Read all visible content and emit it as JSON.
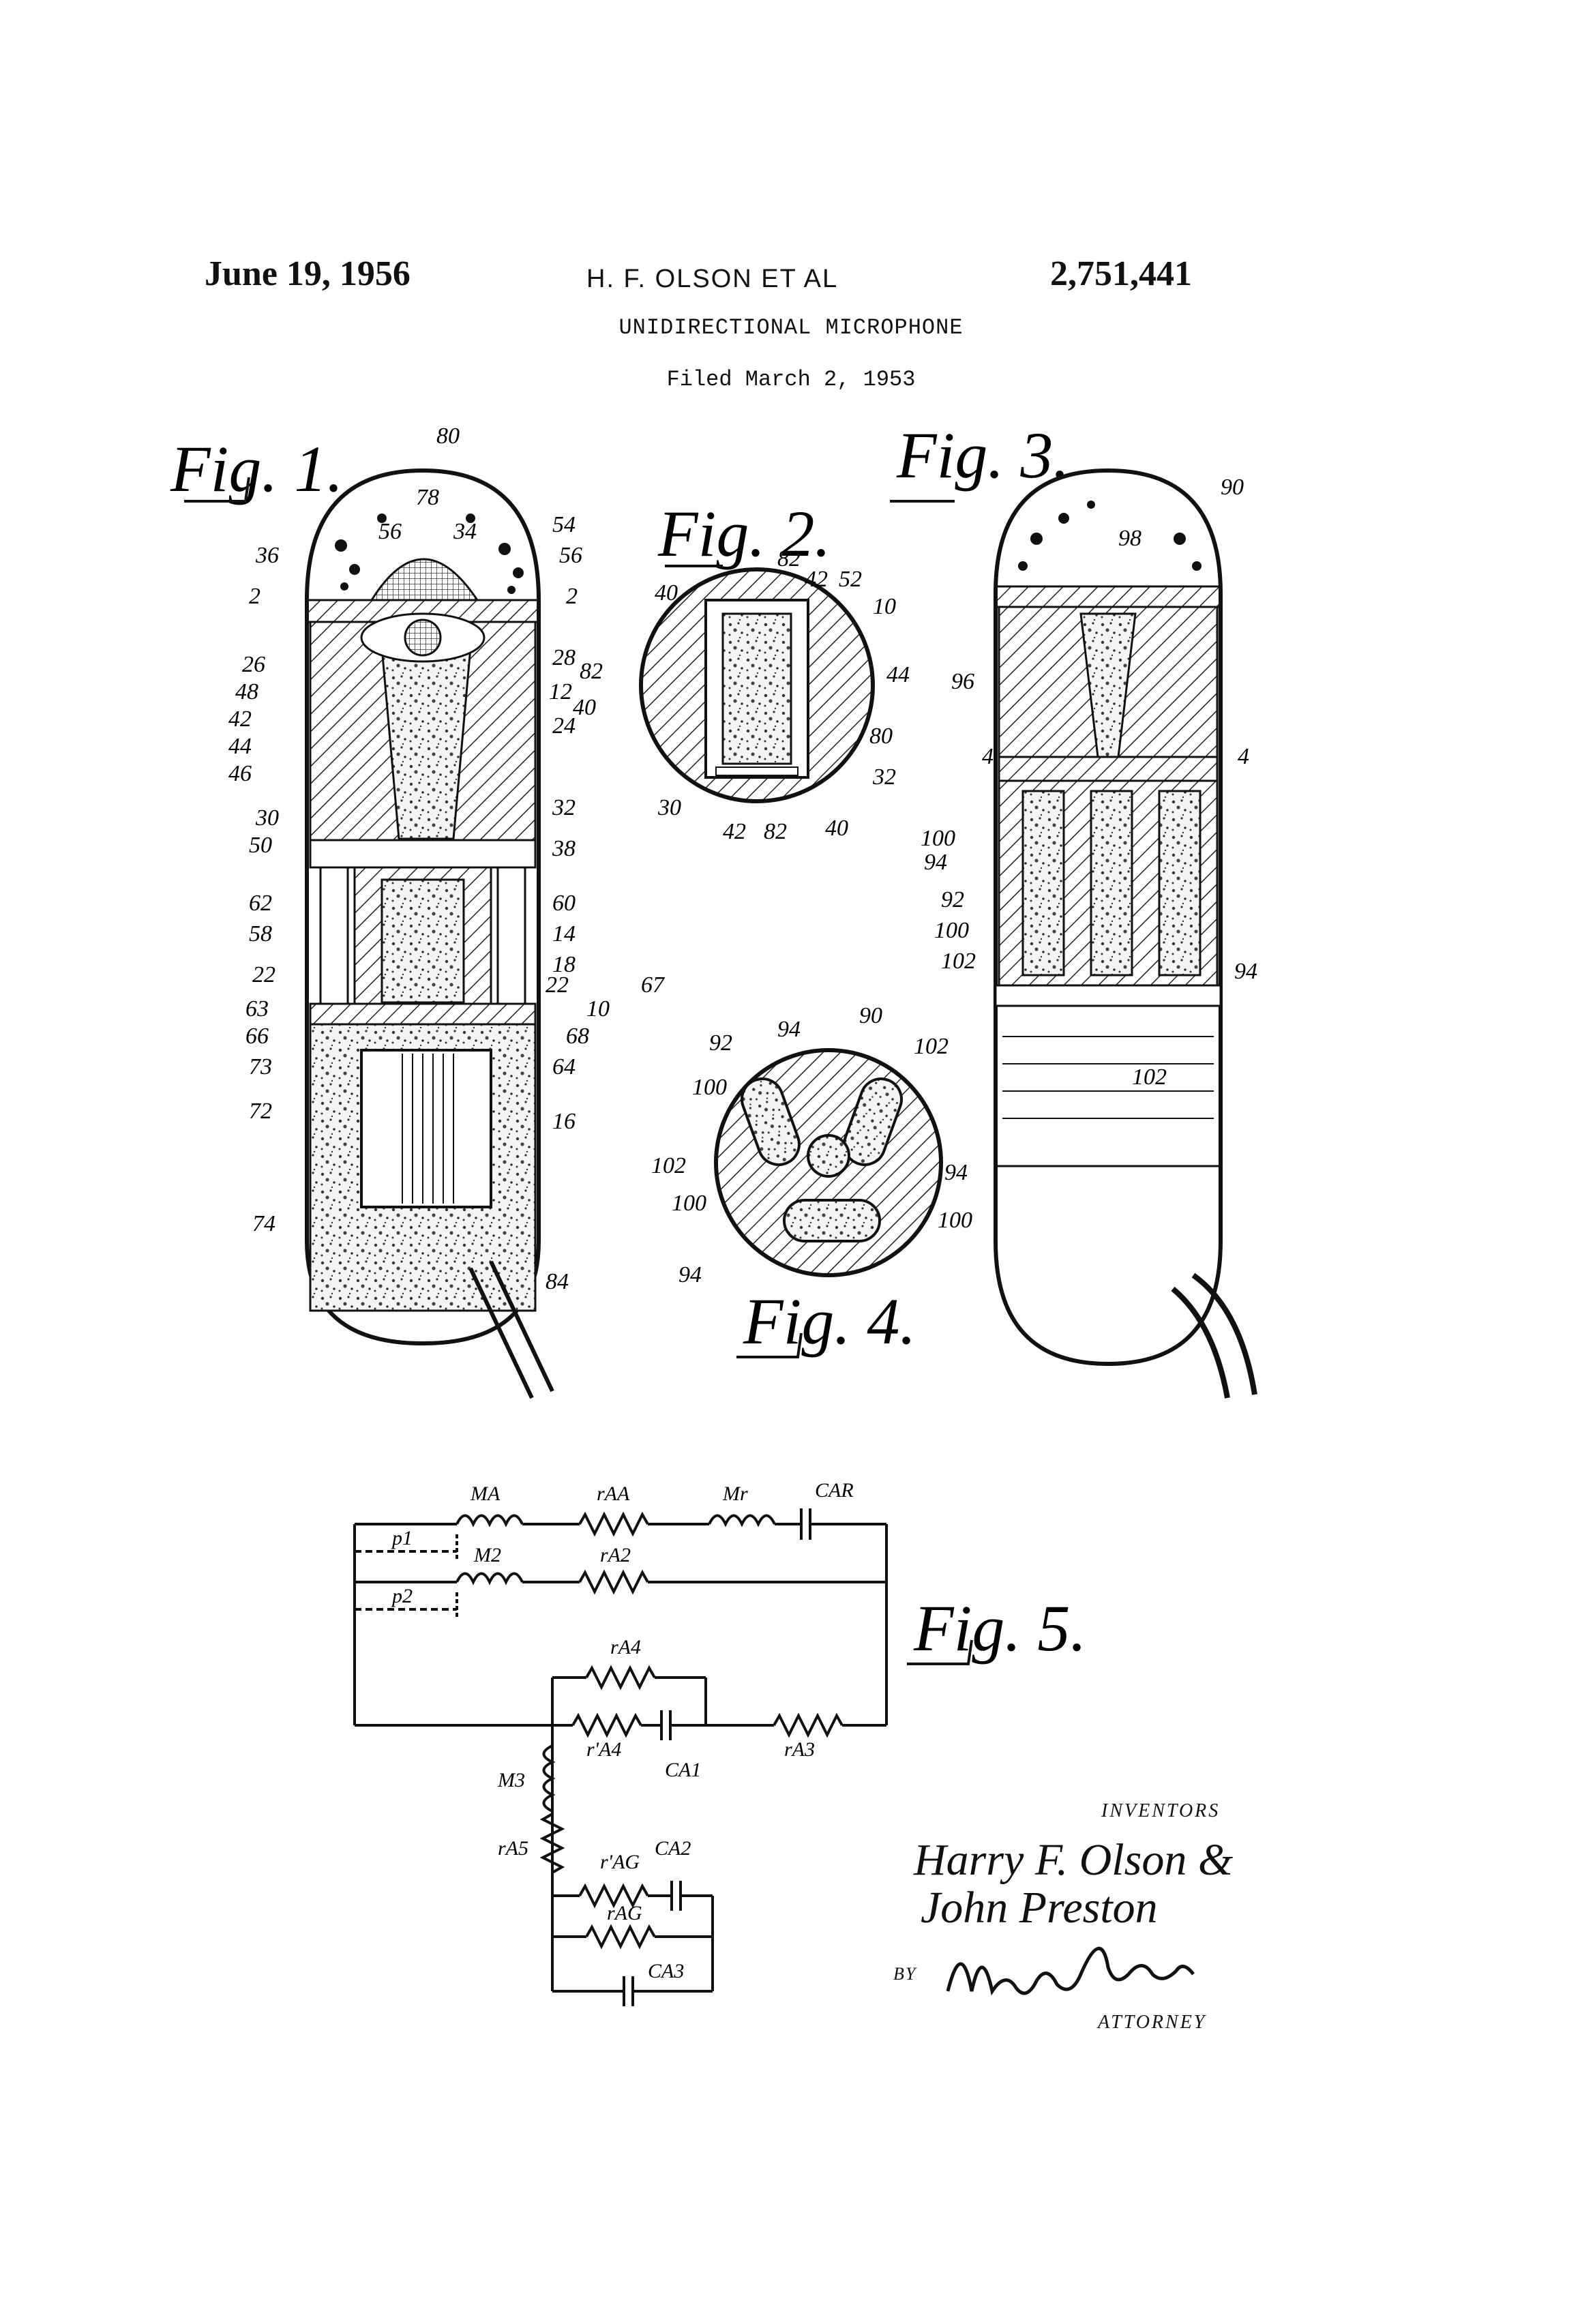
{
  "header": {
    "date": "June 19, 1956",
    "inventor": "H. F. OLSON  ET AL",
    "patent_number": "2,751,441",
    "title": "UNIDIRECTIONAL MICROPHONE",
    "filed": "Filed March 2, 1953"
  },
  "figures": {
    "fig1": "Fig. 1.",
    "fig2": "Fig. 2.",
    "fig3": "Fig. 3.",
    "fig4": "Fig. 4.",
    "fig5": "Fig. 5."
  },
  "fig1_refs": [
    "80",
    "78",
    "56",
    "34",
    "54",
    "36",
    "56",
    "2",
    "2",
    "26",
    "28",
    "82",
    "48",
    "12",
    "42",
    "40",
    "44",
    "24",
    "46",
    "30",
    "32",
    "50",
    "38",
    "62",
    "60",
    "58",
    "14",
    "18",
    "22",
    "22",
    "63",
    "67",
    "10",
    "66",
    "68",
    "73",
    "64",
    "72",
    "16",
    "74",
    "84"
  ],
  "fig2_refs": [
    "82",
    "42",
    "52",
    "40",
    "10",
    "44",
    "80",
    "30",
    "32",
    "42",
    "82",
    "40"
  ],
  "fig3_refs": [
    "90",
    "98",
    "96",
    "4",
    "4",
    "100",
    "94",
    "92",
    "100",
    "102",
    "94",
    "102"
  ],
  "fig4_refs": [
    "94",
    "90",
    "92",
    "102",
    "100",
    "102",
    "94",
    "100",
    "100",
    "94"
  ],
  "fig5_labels": {
    "MA": "MA",
    "rAA": "rAA",
    "Mr": "Mr",
    "CAR": "CAR",
    "p1": "p1",
    "M2": "M2",
    "rA2": "rA2",
    "p2": "p2",
    "rA4": "rA4",
    "rpA4": "r'A4",
    "CA1": "CA1",
    "rA3": "rA3",
    "M3": "M3",
    "rA5": "rA5",
    "rpAG": "r'AG",
    "CA2": "CA2",
    "rAG": "rAG",
    "CA3": "CA3"
  },
  "signature": {
    "inventors_label": "INVENTORS",
    "inventor1": "Harry F. Olson &",
    "inventor2": "John Preston",
    "by": "BY",
    "attorney_label": "ATTORNEY"
  }
}
